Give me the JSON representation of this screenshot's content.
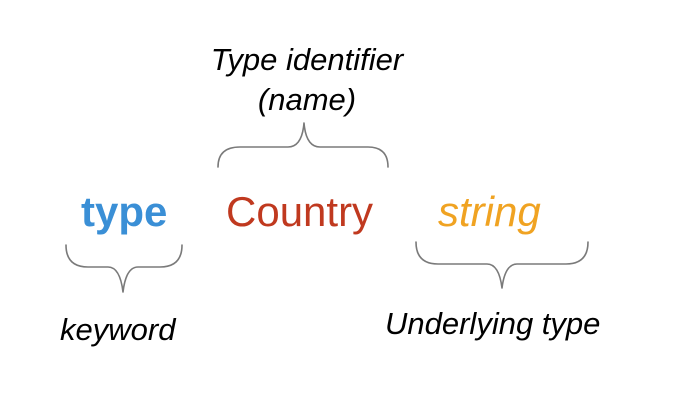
{
  "annotations": {
    "identifier_line1": "Type identifier",
    "identifier_line2": "(name)",
    "keyword": "keyword",
    "underlying": "Underlying type"
  },
  "code": {
    "keyword": "type",
    "identifier": "Country",
    "underlying_type": "string"
  },
  "colors": {
    "keyword": "#3a8fd6",
    "identifier": "#c0391f",
    "underlying_type": "#f0a322",
    "brace": "#7a7a7a",
    "annotation": "#000000"
  }
}
